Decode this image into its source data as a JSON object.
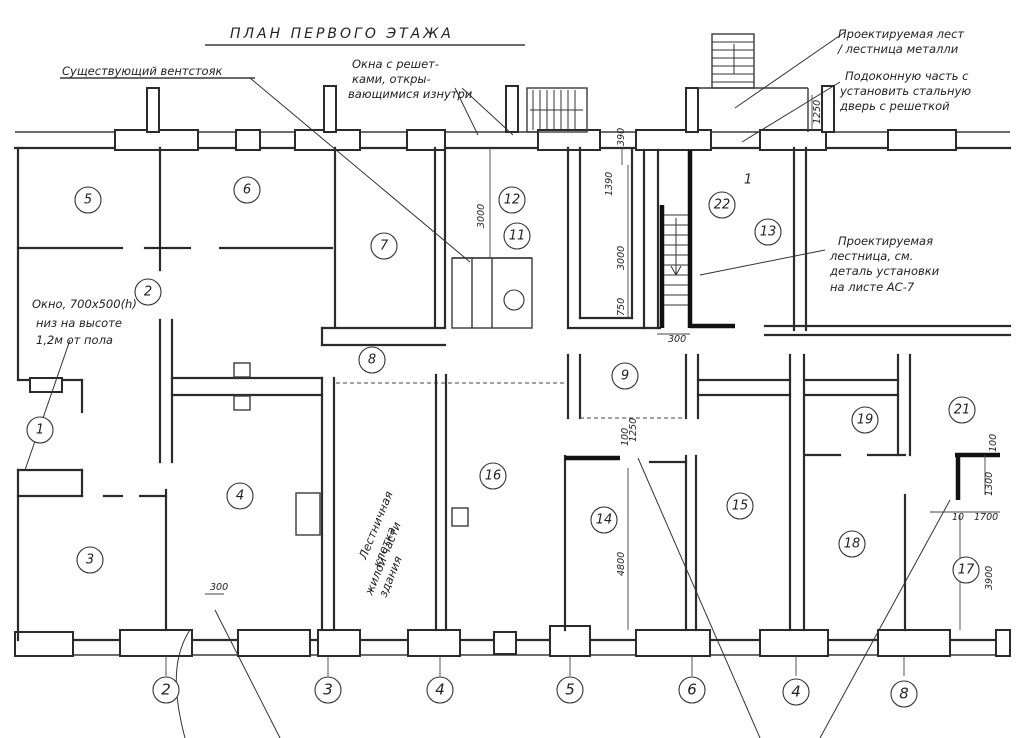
{
  "title": "ПЛАН ПЕРВОГО ЭТАЖА",
  "notes": {
    "vent": "Существующий вентстояк",
    "windows_line1": "Окна с решет-",
    "windows_line2": "ками, откры-",
    "windows_line3": "вающимися изнутри",
    "proj_stair_top_line1": "Проектируемая лест",
    "proj_stair_top_line2": "/ лестница металли",
    "sill_line1": "Подоконную часть с",
    "sill_line2": "установить стальную",
    "sill_line3": "дверь с решеткой",
    "proj_stair_mid_line1": "Проектируемая",
    "proj_stair_mid_line2": "лестница, см.",
    "proj_stair_mid_line3": "деталь установки",
    "proj_stair_mid_line4": "на листе АС-7",
    "window_left_line1": "Окно, 700x500(h)",
    "window_left_line2": "низ на высоте",
    "window_left_line3": "1,2м от пола",
    "stairwell_line1": "Лестничная",
    "stairwell_line2": "клетка",
    "stairwell_line3": "жилой части",
    "stairwell_line4": "здания"
  },
  "rooms": [
    "1",
    "2",
    "3",
    "4",
    "5",
    "6",
    "7",
    "8",
    "9",
    "11",
    "12",
    "13",
    "14",
    "15",
    "16",
    "17",
    "18",
    "19",
    "21",
    "22"
  ],
  "axes": [
    "2",
    "3",
    "4",
    "5",
    "6",
    "4",
    "8"
  ],
  "dimensions": {
    "d3000_a": "3000",
    "d390": "390",
    "d1390": "1390",
    "d3000_b": "3000",
    "d750": "750",
    "d300_a": "300",
    "d1250_a": "1250",
    "d100_a": "100",
    "d1250_b": "1250",
    "d4800": "4800",
    "d300_b": "300",
    "d100_b": "100",
    "d1300": "1300",
    "d1700": "1700",
    "d3900": "3900",
    "d10": "10"
  },
  "marks": {
    "room13_mark": "1"
  }
}
